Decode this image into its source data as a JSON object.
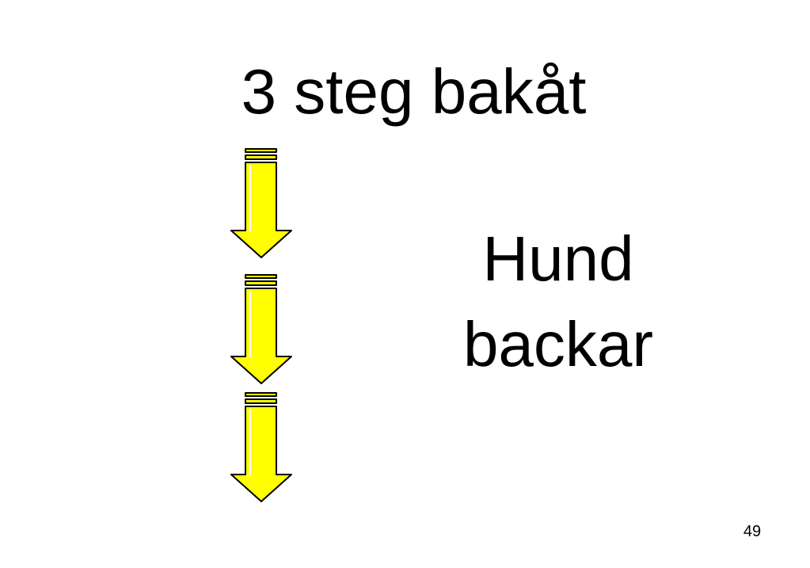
{
  "slide": {
    "title": "3 steg bakåt",
    "body_lines": [
      "Hund",
      "backar"
    ],
    "page_number": "49",
    "arrow_count": 3,
    "arrow_icon": "down-arrow-icon",
    "colors": {
      "arrow_fill": "#ffff00",
      "arrow_stroke": "#000000",
      "text": "#000000",
      "background": "#ffffff"
    }
  }
}
